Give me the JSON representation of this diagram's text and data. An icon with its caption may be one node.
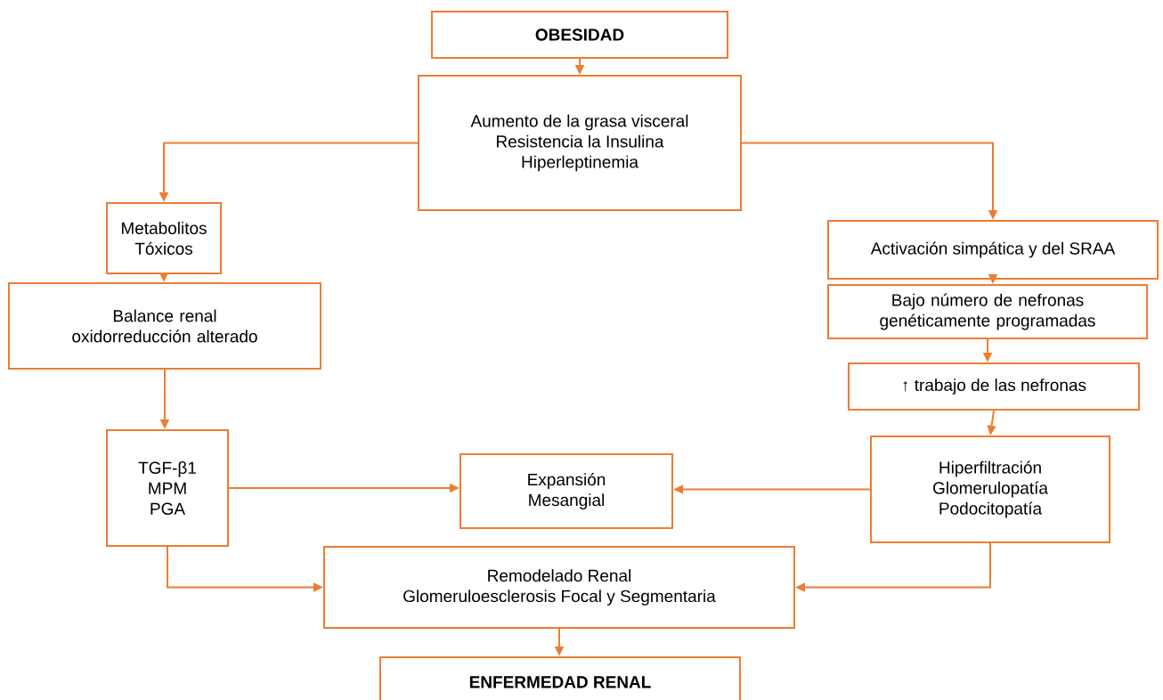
{
  "diagram": {
    "nodes": [
      {
        "text": [
          "OBESIDAD"
        ]
      },
      {
        "text": [
          "Aumento de la grasa visceral",
          "Resistencia la Insulina",
          "Hiperleptinemia"
        ]
      },
      {
        "text": [
          "Metabolitos Tóxicos"
        ]
      },
      {
        "text": [
          "Balance renal oxidorreducción alterado"
        ]
      },
      {
        "text": [
          "TGF-β1",
          "MPM",
          "PGA"
        ]
      },
      {
        "text": [
          "Expansión Mesangial"
        ]
      },
      {
        "text": [
          "Activación simpática y del SRAA"
        ]
      },
      {
        "text": [
          "Bajo número de nefronas genéticamente programadas"
        ]
      },
      {
        "text": [
          "↑ trabajo de las nefronas"
        ]
      },
      {
        "text": [
          "Hiperfiltración",
          "Glomerulopatía",
          "Podocitopatía"
        ]
      },
      {
        "text": [
          "Remodelado Renal",
          "Glomeruloesclerosis Focal y Segmentaria"
        ]
      },
      {
        "text": [
          "ENFERMEDAD RENAL"
        ]
      }
    ],
    "edges": [
      {
        "from": 0,
        "to": 1,
        "arrow": "to"
      },
      {
        "from": 1,
        "to": 2,
        "arrow": "to"
      },
      {
        "from": 1,
        "to": 6,
        "arrow": "to"
      },
      {
        "from": 2,
        "to": 3,
        "arrow": "to"
      },
      {
        "from": 3,
        "to": 4,
        "arrow": "to"
      },
      {
        "from": 6,
        "to": 7,
        "arrow": "to"
      },
      {
        "from": 7,
        "to": 8,
        "arrow": "to"
      },
      {
        "from": 8,
        "to": 9,
        "arrow": "to"
      },
      {
        "from": 4,
        "to": 5,
        "arrow": "to"
      },
      {
        "from": 9,
        "to": 5,
        "arrow": "to"
      },
      {
        "from": 4,
        "to": 10,
        "arrow": "to"
      },
      {
        "from": 9,
        "to": 10,
        "arrow": "to"
      },
      {
        "from": 10,
        "to": 11,
        "arrow": "to"
      }
    ]
  }
}
